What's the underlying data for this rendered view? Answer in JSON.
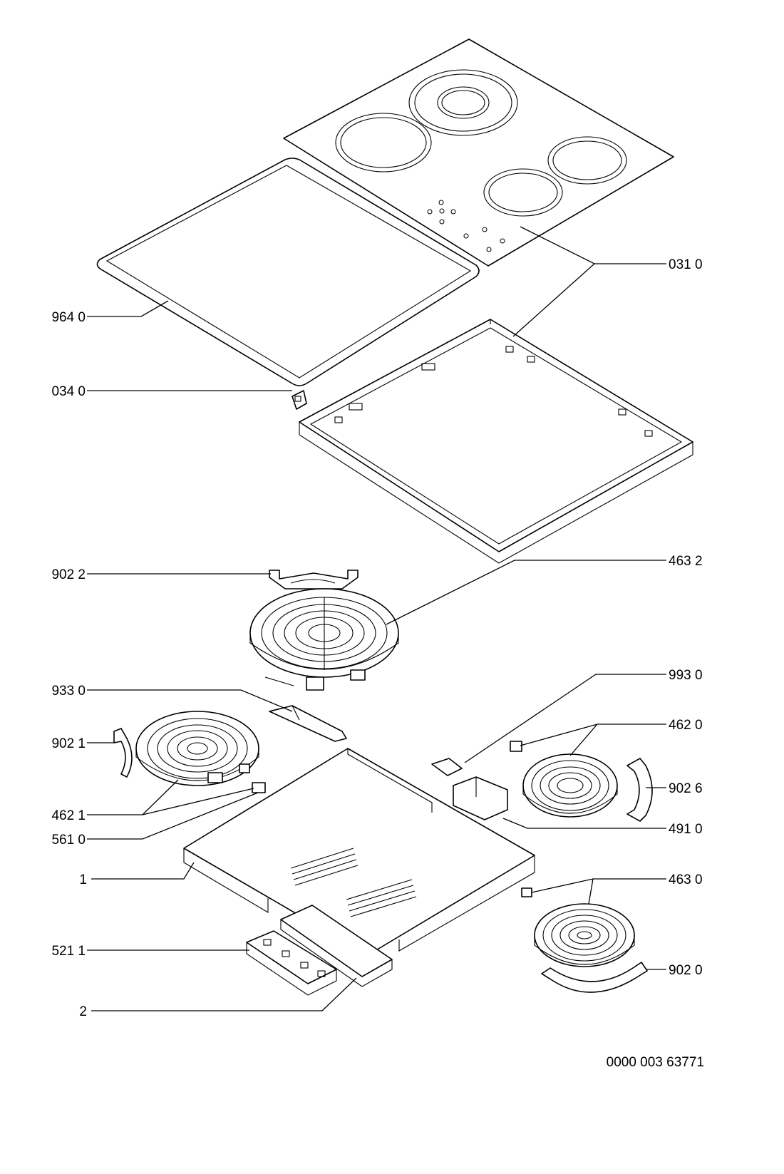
{
  "labels": {
    "l031": "031 0",
    "l964": "964 0",
    "l034": "034 0",
    "l9022": "902 2",
    "l4632": "463 2",
    "l933": "933 0",
    "l993": "993 0",
    "l9021": "902 1",
    "l4620": "462 0",
    "l9026": "902 6",
    "l4621": "462 1",
    "l561": "561 0",
    "l491": "491 0",
    "l1": "1",
    "l4630": "463 0",
    "l5211": "521 1",
    "l9020": "902 0",
    "l2": "2"
  },
  "document_number": "0000 003 63771"
}
